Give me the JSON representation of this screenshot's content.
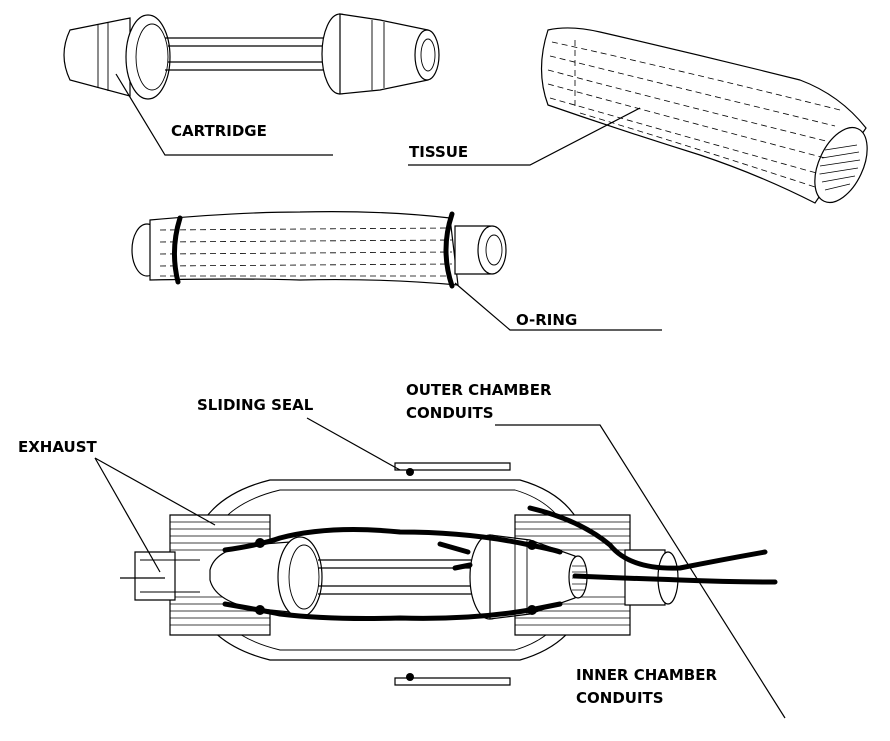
{
  "labels": {
    "cartridge": "CARTRIDGE",
    "tissue": "TISSUE",
    "o_ring": "O-RING",
    "outer_chamber_1": "OUTER CHAMBER",
    "outer_chamber_2": "CONDUITS",
    "sliding_seal": "SLIDING SEAL",
    "exhaust": "EXHAUST",
    "inner_chamber_1": "INNER CHAMBER",
    "inner_chamber_2": "CONDUITS"
  }
}
